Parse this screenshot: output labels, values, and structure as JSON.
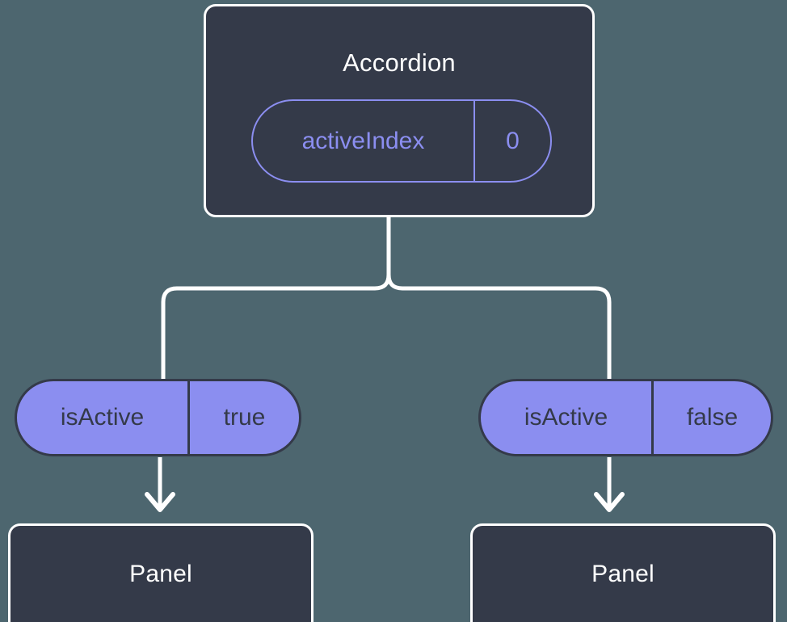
{
  "diagram": {
    "title_node": {
      "label": "Accordion",
      "state_pill": {
        "key": "activeIndex",
        "value": "0"
      }
    },
    "branches": [
      {
        "pill": {
          "key": "isActive",
          "value": "true"
        },
        "panel": {
          "label": "Panel"
        }
      },
      {
        "pill": {
          "key": "isActive",
          "value": "false"
        },
        "panel": {
          "label": "Panel"
        }
      }
    ]
  },
  "colors": {
    "background": "#4d666f",
    "node_fill": "#343a49",
    "node_border": "#ffffff",
    "accent_purple": "#8b8ef0",
    "connector": "#ffffff",
    "title_text": "#ffffff",
    "pill_text_dark": "#343a49"
  }
}
